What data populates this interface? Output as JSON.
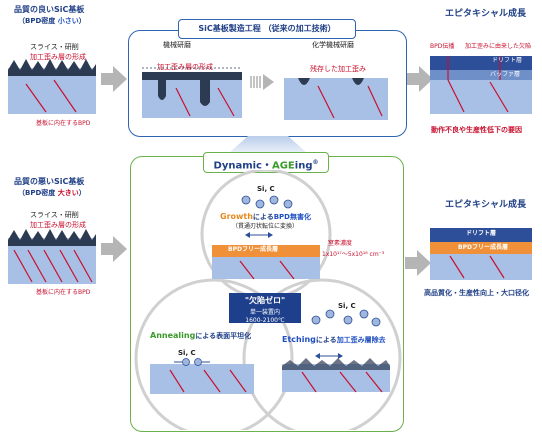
{
  "top_left": {
    "title": "品質の良いSiC基板",
    "subtitle_prefix": "（BPD密度 ",
    "subtitle_value": "小さい",
    "subtitle_suffix": "）",
    "label_slice": "スライス・研削",
    "label_damage": "加工歪み層の形成",
    "label_bpd": "基板に内在するBPD"
  },
  "top_process": {
    "title": "SiC基板製造工程 （従来の加工技術）",
    "mech_polish": "機械研磨",
    "mech_damage": "加工歪み層の形成",
    "cmp": "化学機械研磨",
    "cmp_residual": "残存した加工歪み"
  },
  "top_epi": {
    "title": "エピタキシャル成長",
    "bpd_propagation": "BPD伝播",
    "damage_defect": "加工歪みに由来した欠陥",
    "drift_layer": "ドリフト層",
    "buffer_layer": "バッファ層",
    "result": "動作不良や生産性低下の要因"
  },
  "bottom_left": {
    "title": "品質の悪いSiC基板",
    "subtitle_prefix": "（BPD密度 ",
    "subtitle_value": "大きい",
    "subtitle_suffix": "）",
    "label_slice": "スライス・研削",
    "label_damage": "加工歪み層の形成",
    "label_bpd": "基板に内在するBPD"
  },
  "dynamic": {
    "title_a": "Dynamic・",
    "title_b": "AGE",
    "title_c": "ing",
    "title_reg": "®",
    "growth_word": "Growth",
    "growth_text": "による",
    "growth_effect": "BPD無害化",
    "growth_sub": "（貫通刃状転位に変換）",
    "growth_species": "Si, C",
    "bpd_free_layer": "BPDフリー成長層",
    "nitrogen_label": "窒素濃度",
    "nitrogen_value": "1x10¹⁷〜5x10¹⁸ cm⁻³",
    "badge_main": "\"欠陥ゼロ\"",
    "badge_sub1": "単一装置内",
    "badge_sub2": "1600-2100℃",
    "annealing_word": "Annealing",
    "annealing_text": "による表面平坦化",
    "annealing_species": "Si, C",
    "etching_word": "Etching",
    "etching_text": "による",
    "etching_effect": "加工歪み層除去",
    "etching_species": "Si, C"
  },
  "bottom_epi": {
    "title": "エピタキシャル成長",
    "drift_layer": "ドリフト層",
    "bpd_free_layer": "BPDフリー成長層",
    "result": "高品質化・生産性向上・大口径化"
  },
  "colors": {
    "navy": "#1f3f86",
    "substrate_blue": "#a9c0e6",
    "damage_dark": "#2c3b52",
    "bpd_red": "#c8102e",
    "orange_layer": "#f0913a",
    "green_accent": "#3a9a2a",
    "arrow_gray": "#b5b5b5"
  }
}
